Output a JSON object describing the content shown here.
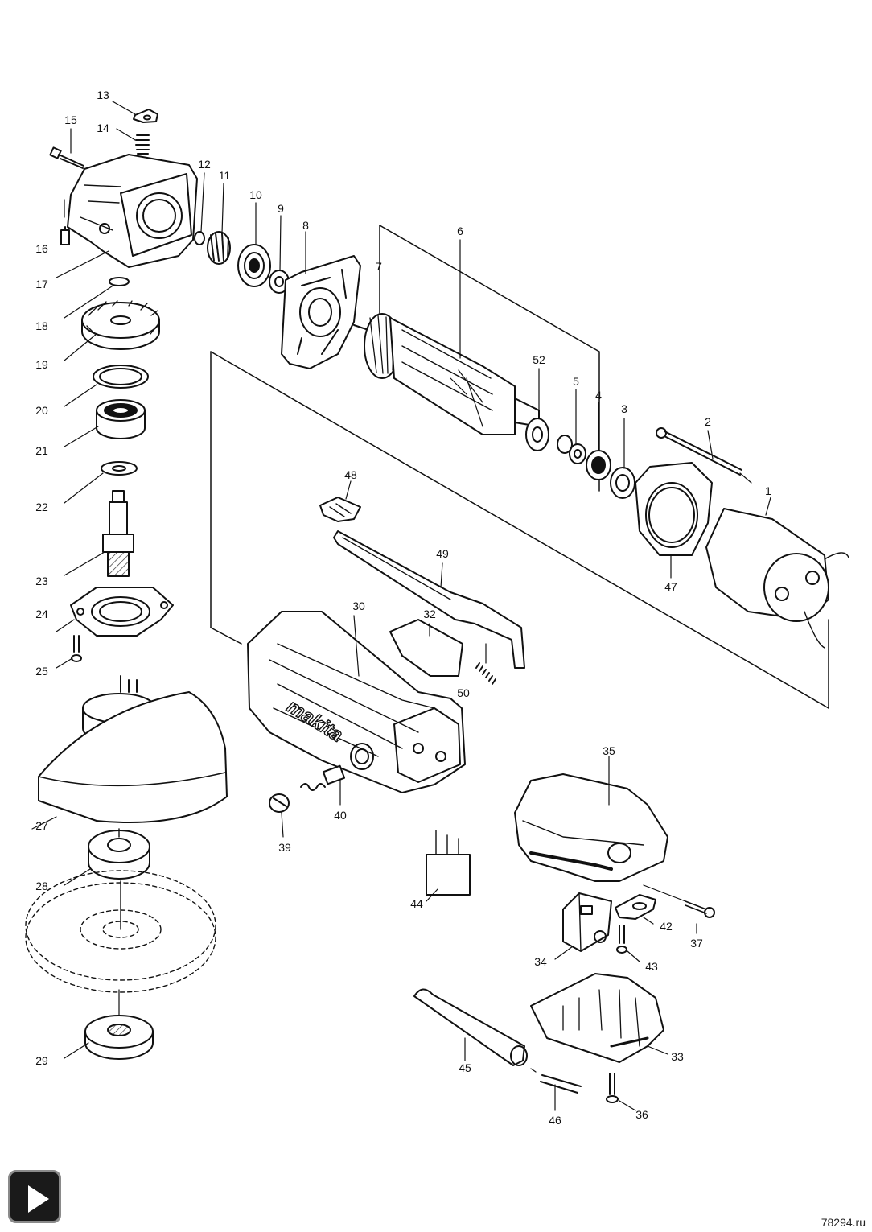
{
  "labels": {
    "p1": "1",
    "p2": "2",
    "p3": "3",
    "p4": "4",
    "p5": "5",
    "p6": "6",
    "p7": "7",
    "p8": "8",
    "p9": "9",
    "p10": "10",
    "p11": "11",
    "p12": "12",
    "p13": "13",
    "p14": "14",
    "p15": "15",
    "p16": "16",
    "p17": "17",
    "p18": "18",
    "p19": "19",
    "p20": "20",
    "p21": "21",
    "p22": "22",
    "p23": "23",
    "p24": "24",
    "p25": "25",
    "p27": "27",
    "p28": "28",
    "p29": "29",
    "p30": "30",
    "p32": "32",
    "p33": "33",
    "p34": "34",
    "p35": "35",
    "p36": "36",
    "p37": "37",
    "p39": "39",
    "p40": "40",
    "p42": "42",
    "p43": "43",
    "p44": "44",
    "p45": "45",
    "p46": "46",
    "p47": "47",
    "p48": "48",
    "p49": "49",
    "p50": "50",
    "p52": "52"
  },
  "brand_logo": "makita",
  "watermark": "78294.ru",
  "controls": {
    "play_icon": "play-icon"
  }
}
